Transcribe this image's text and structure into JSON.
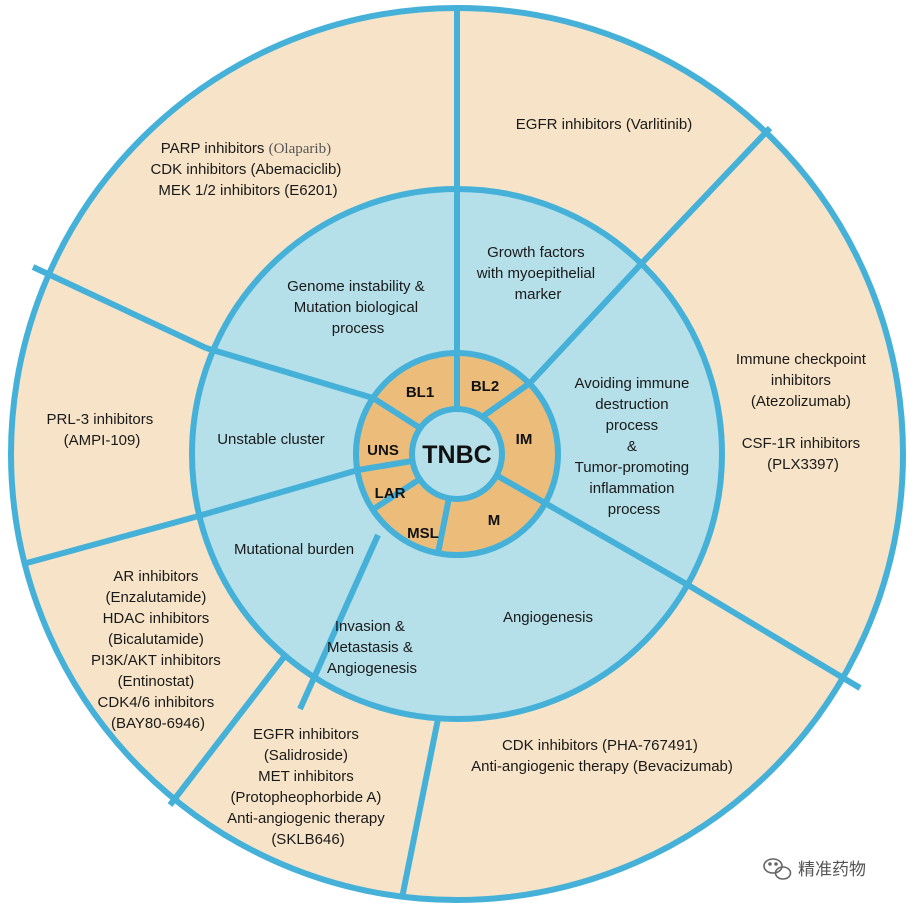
{
  "center": "TNBC",
  "subtypes": [
    "BL1",
    "BL2",
    "IM",
    "M",
    "MSL",
    "LAR",
    "UNS"
  ],
  "features": [
    {
      "id": "bl1",
      "lines": [
        "Genome instability &",
        "Mutation biological",
        "process"
      ]
    },
    {
      "id": "bl2",
      "lines": [
        "Growth factors",
        "with myoepithelial",
        "marker"
      ]
    },
    {
      "id": "im",
      "lines": [
        "Avoiding immune",
        "destruction",
        "process",
        "&",
        "Tumor-promoting",
        "inflammation",
        "process"
      ]
    },
    {
      "id": "m",
      "lines": [
        "Angiogenesis"
      ]
    },
    {
      "id": "msl",
      "lines": [
        "Invasion &",
        "Metastasis &",
        "Angiogenesis"
      ]
    },
    {
      "id": "lar",
      "lines": [
        "Mutational burden"
      ]
    },
    {
      "id": "uns",
      "lines": [
        "Unstable cluster"
      ]
    }
  ],
  "therapies": [
    {
      "id": "bl1",
      "lines": [
        "PARP inhibitors (Olaparib)",
        "CDK inhibitors (Abemaciclib)",
        "MEK 1/2 inhibitors (E6201)"
      ]
    },
    {
      "id": "bl2",
      "lines": [
        "EGFR inhibitors (Varlitinib)"
      ]
    },
    {
      "id": "im",
      "lines": [
        "Immune checkpoint",
        "inhibitors",
        "(Atezolizumab)",
        "CSF-1R inhibitors",
        "(PLX3397)"
      ]
    },
    {
      "id": "m",
      "lines": [
        "CDK inhibitors (PHA-767491)",
        "Anti-angiogenic therapy (Bevacizumab)"
      ]
    },
    {
      "id": "msl",
      "lines": [
        "EGFR inhibitors",
        "(Salidroside)",
        "MET inhibitors",
        "(Protopheophorbide A)",
        "Anti-angiogenic therapy",
        "(SKLB646)"
      ]
    },
    {
      "id": "lar",
      "lines": [
        "AR inhibitors",
        "(Enzalutamide)",
        "HDAC inhibitors",
        "(Bicalutamide)",
        "PI3K/AKT inhibitors",
        "(Entinostat)",
        "CDK4/6 inhibitors",
        "(BAY80-6946)"
      ]
    },
    {
      "id": "uns",
      "lines": [
        "PRL-3 inhibitors",
        "(AMPI-109)"
      ]
    }
  ],
  "watermark": "精准药物",
  "watermark_icon": "wechat-icon",
  "colors": {
    "outer_fill": "#f7e4c8",
    "middle_fill": "#b5dfe9",
    "inner_fill": "#ecbd7a",
    "line": "#45b1d9",
    "text": "#1a1a1a"
  }
}
